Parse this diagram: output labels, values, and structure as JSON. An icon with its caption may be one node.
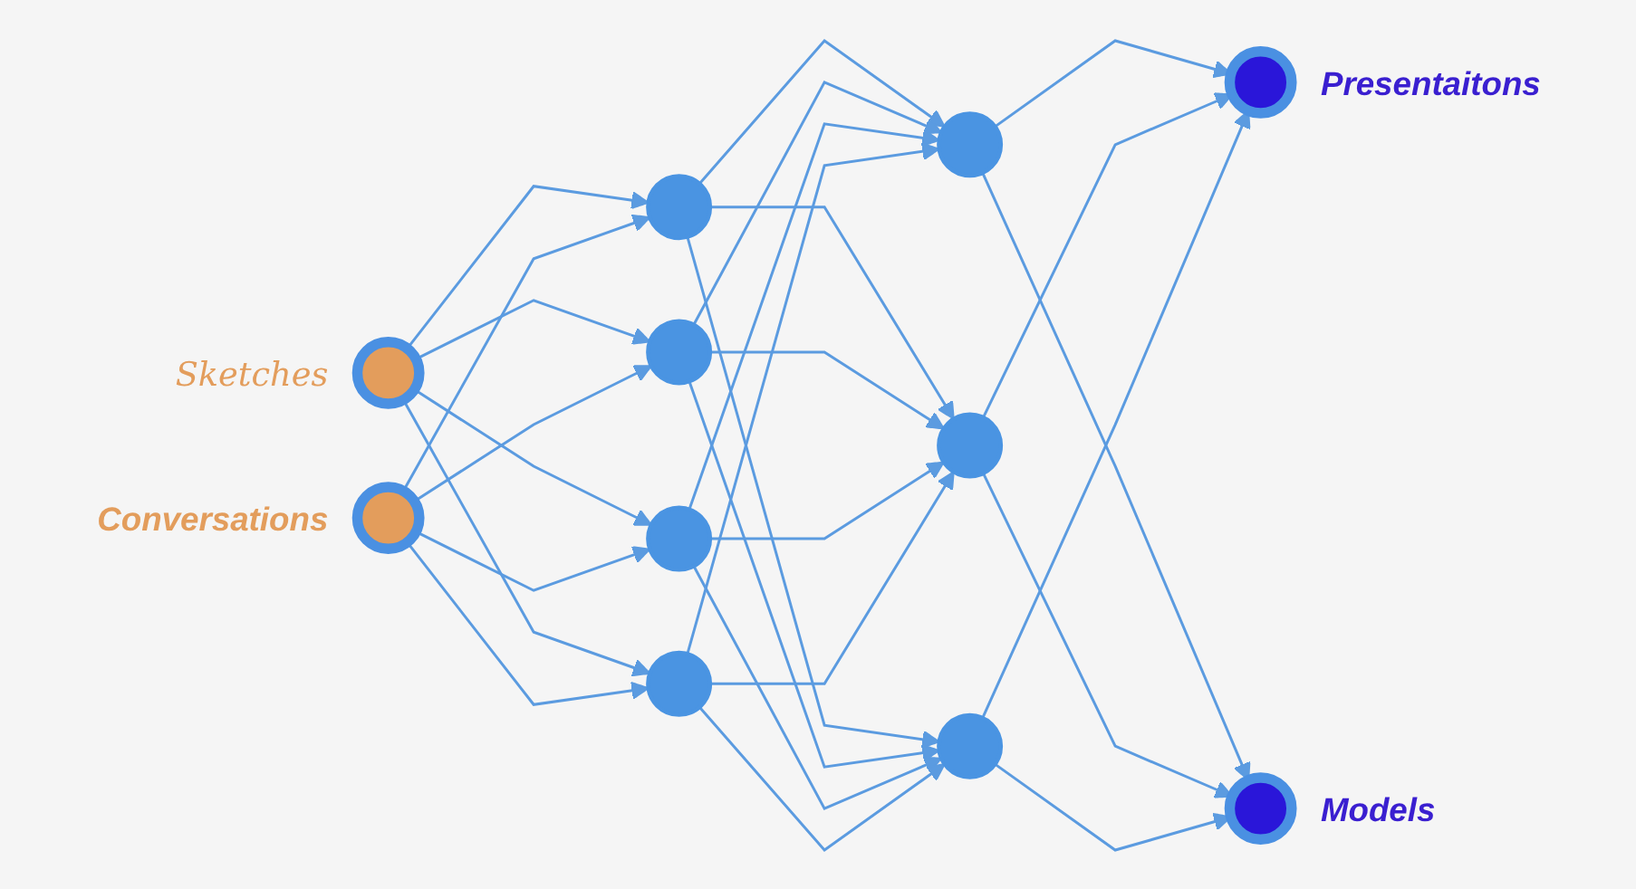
{
  "diagram": {
    "nodes": [
      {
        "text": [],
        "shape": "circle",
        "beside": [
          "Sketches"
        ]
      },
      {
        "text": [],
        "shape": "circle",
        "beside": [
          "Conversations"
        ]
      },
      {
        "text": [],
        "shape": "circle"
      },
      {
        "text": [],
        "shape": "circle"
      },
      {
        "text": [],
        "shape": "circle"
      },
      {
        "text": [],
        "shape": "circle"
      },
      {
        "text": [],
        "shape": "circle"
      },
      {
        "text": [],
        "shape": "circle"
      },
      {
        "text": [],
        "shape": "circle"
      },
      {
        "text": [],
        "shape": "circle",
        "beside": [
          "Presentaitons"
        ]
      },
      {
        "text": [],
        "shape": "circle",
        "beside": [
          "Models"
        ]
      }
    ],
    "edges": [
      {
        "from": 0,
        "to": 2,
        "arrow": "to"
      },
      {
        "from": 0,
        "to": 3,
        "arrow": "to"
      },
      {
        "from": 0,
        "to": 4,
        "arrow": "to"
      },
      {
        "from": 0,
        "to": 5,
        "arrow": "to"
      },
      {
        "from": 1,
        "to": 2,
        "arrow": "to"
      },
      {
        "from": 1,
        "to": 3,
        "arrow": "to"
      },
      {
        "from": 1,
        "to": 4,
        "arrow": "to"
      },
      {
        "from": 1,
        "to": 5,
        "arrow": "to"
      },
      {
        "from": 2,
        "to": 6,
        "arrow": "to"
      },
      {
        "from": 2,
        "to": 7,
        "arrow": "to"
      },
      {
        "from": 2,
        "to": 8,
        "arrow": "to"
      },
      {
        "from": 3,
        "to": 6,
        "arrow": "to"
      },
      {
        "from": 3,
        "to": 7,
        "arrow": "to"
      },
      {
        "from": 3,
        "to": 8,
        "arrow": "to"
      },
      {
        "from": 4,
        "to": 6,
        "arrow": "to"
      },
      {
        "from": 4,
        "to": 7,
        "arrow": "to"
      },
      {
        "from": 4,
        "to": 8,
        "arrow": "to"
      },
      {
        "from": 5,
        "to": 6,
        "arrow": "to"
      },
      {
        "from": 5,
        "to": 7,
        "arrow": "to"
      },
      {
        "from": 5,
        "to": 8,
        "arrow": "to"
      },
      {
        "from": 6,
        "to": 9,
        "arrow": "to"
      },
      {
        "from": 6,
        "to": 10,
        "arrow": "to"
      },
      {
        "from": 7,
        "to": 9,
        "arrow": "to"
      },
      {
        "from": 7,
        "to": 10,
        "arrow": "to"
      },
      {
        "from": 8,
        "to": 9,
        "arrow": "to"
      },
      {
        "from": 8,
        "to": 10,
        "arrow": "to"
      }
    ]
  }
}
